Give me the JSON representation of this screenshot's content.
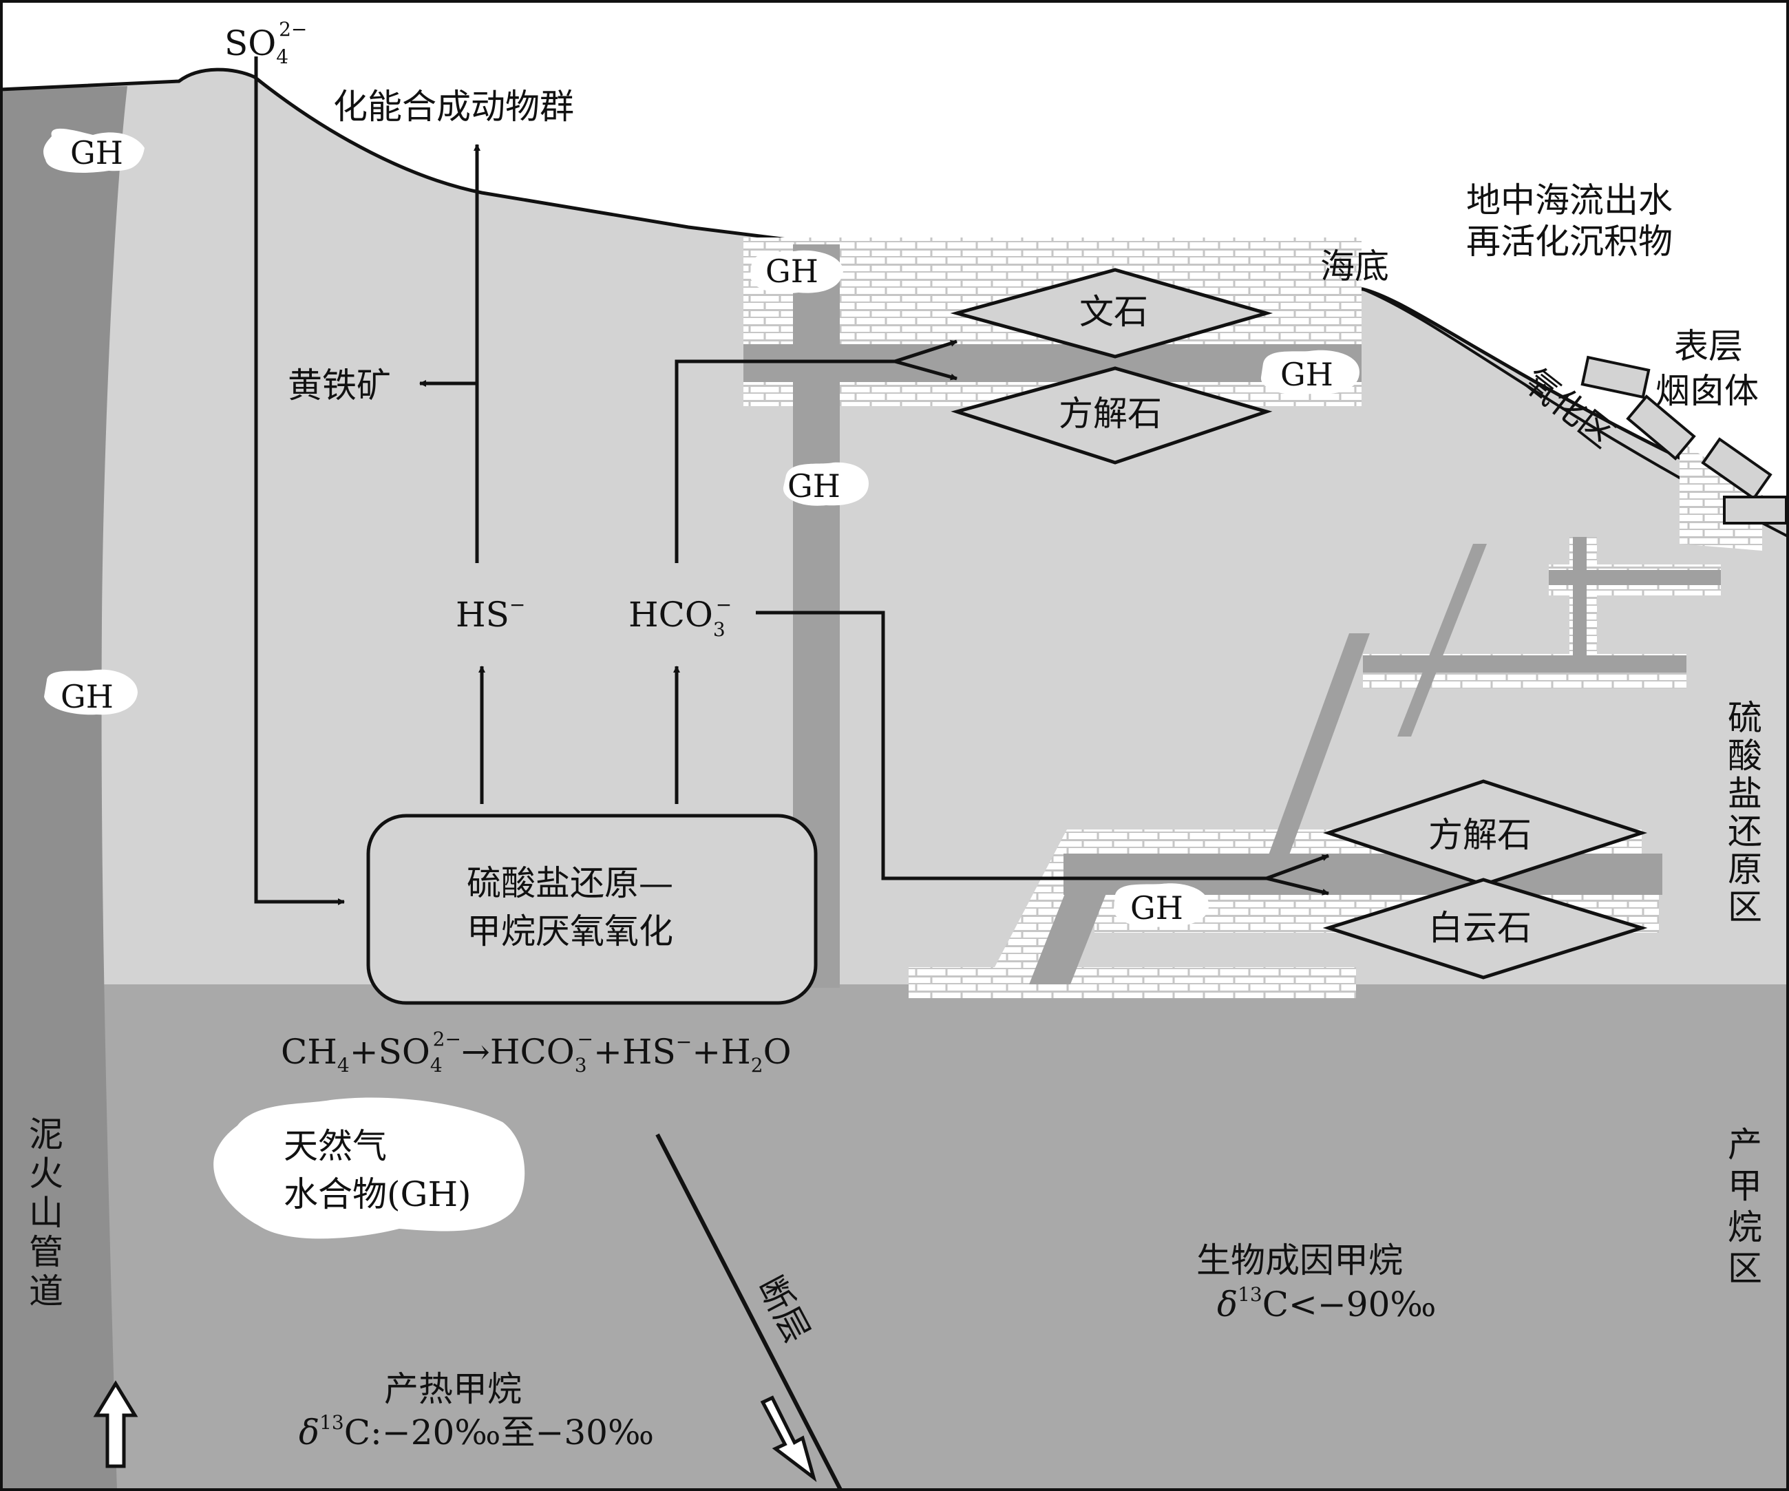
{
  "labels": {
    "so4_top": {
      "base": "SO",
      "sub": "4",
      "sup": "2−"
    },
    "chemo_fauna": "化能合成动物群",
    "med_outflow_1": "地中海流出水",
    "med_outflow_2": "再活化沉积物",
    "seafloor": "海底",
    "surface_chimney_1": "表层",
    "surface_chimney_2": "烟囱体",
    "oxidation_zone": "氧化区",
    "aragonite": "文石",
    "calcite_upper": "方解石",
    "calcite_lower": "方解石",
    "dolomite": "白云石",
    "pyrite": "黄铁矿",
    "hs": {
      "base": "HS",
      "sup": "−"
    },
    "hco3": {
      "base": "HCO",
      "sub": "3",
      "sup": "−"
    },
    "process_line1": "硫酸盐还原—",
    "process_line2": "甲烷厌氧氧化",
    "reaction": {
      "p1": "CH",
      "p1_sub": "4",
      "p2": "+SO",
      "p2_sub": "4",
      "p2_sup": "2−",
      "p3": "→HCO",
      "p3_sub": "3",
      "p3_sup": "−",
      "p4": "+HS",
      "p4_sup": "−",
      "p5": "+H",
      "p5_sub": "2",
      "p6": "O"
    },
    "hydrate_line1": "天然气",
    "hydrate_line2": "水合物(GH)",
    "fault": "断层",
    "biogenic_title": "生物成因甲烷",
    "biogenic_value": {
      "delta": "δ",
      "sup": "13",
      "rest": "C<−90‰"
    },
    "thermogenic_title": "产热甲烷",
    "thermogenic_value": {
      "delta": "δ",
      "sup": "13",
      "rest": "C:−20‰至−30‰"
    },
    "sulfate_zone": [
      "硫",
      "酸",
      "盐",
      "还",
      "原",
      "区"
    ],
    "methanogenic_zone": [
      "产",
      "甲",
      "烷",
      "区"
    ],
    "mud_volcano": [
      "泥",
      "火",
      "山",
      "管",
      "道"
    ],
    "gh": "GH"
  },
  "colors": {
    "water": "#ffffff",
    "sulfate_zone": "#d3d3d3",
    "methane_zone": "#a9a9a9",
    "mud_volcano_conduit": "#8f8f8f",
    "seep_channel": "#a0a0a0",
    "outline": "#111111"
  }
}
